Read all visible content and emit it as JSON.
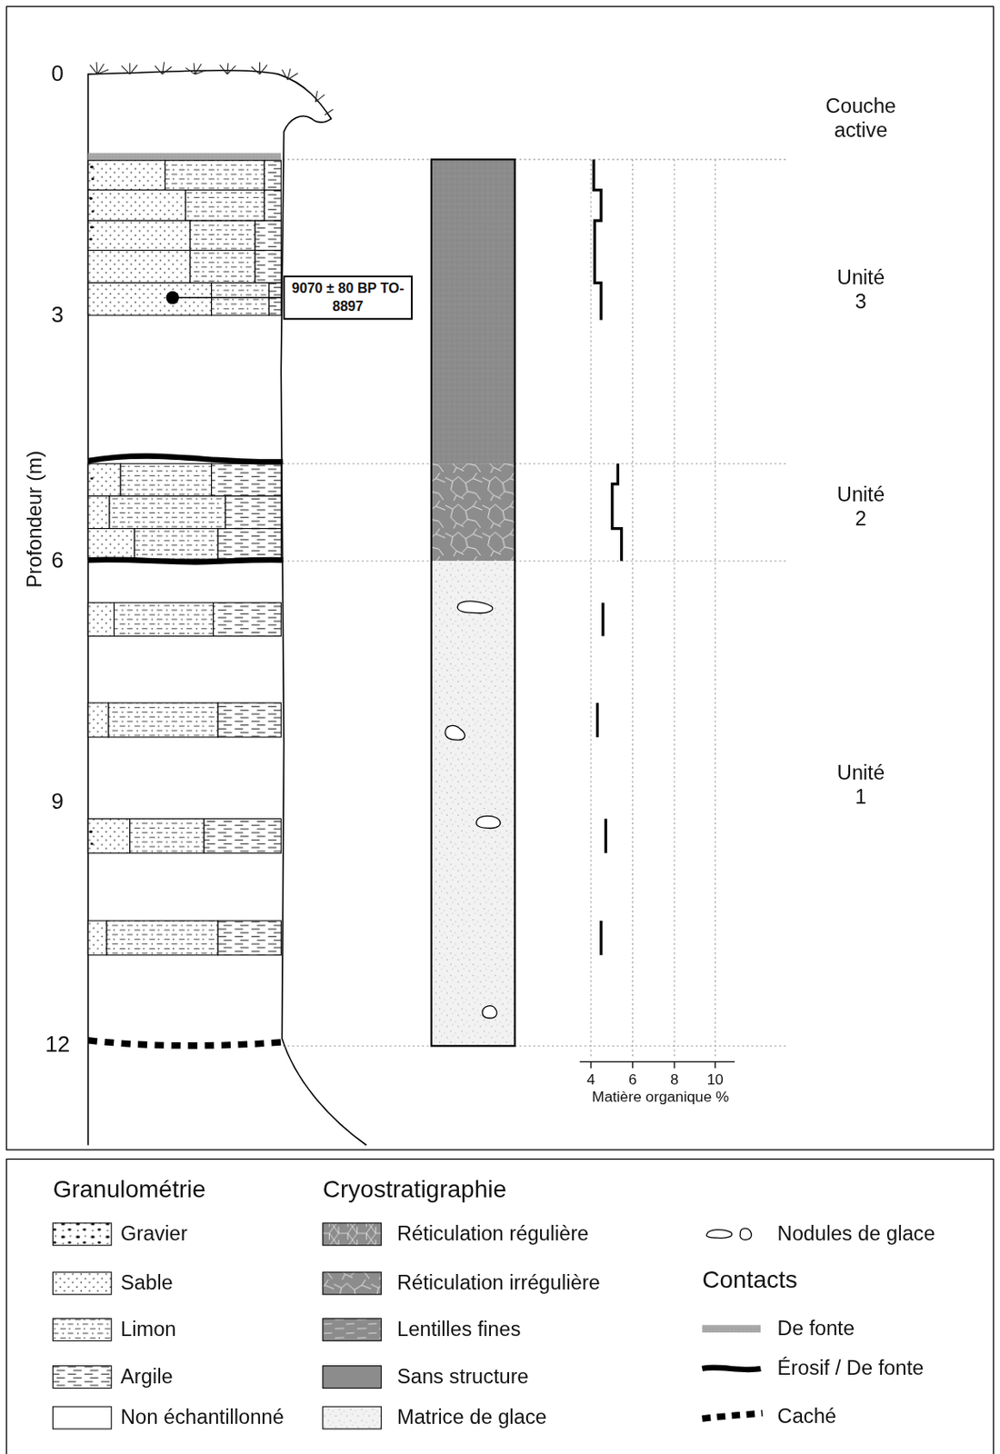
{
  "diagram": {
    "nodes": [
      {
        "text": [
          "9070 ± 80 BP TO-8897"
        ]
      }
    ],
    "labels": [
      "0",
      "3",
      "6",
      "9",
      "12",
      "Profondeur (m)",
      "Couche active",
      "Unité 3",
      "Unité 2",
      "Unité 1",
      "4",
      "6",
      "8",
      "10",
      "Matière organique %",
      "Granulométrie",
      "Cryostratigraphie",
      "Contacts"
    ],
    "legend": [
      {
        "text": "Gravier"
      },
      {
        "text": "Sable"
      },
      {
        "text": "Limon"
      },
      {
        "text": "Argile"
      },
      {
        "text": "Non échantillonné",
        "color": "#ffffff"
      },
      {
        "text": "Réticulation régulière"
      },
      {
        "text": "Réticulation irrégulière"
      },
      {
        "text": "Lentilles fines"
      },
      {
        "text": "Sans structure",
        "color": "#8c8c8c"
      },
      {
        "text": "Matrice de glace"
      },
      {
        "text": "Nodules de glace"
      },
      {
        "text": "De fonte"
      },
      {
        "text": "Érosif / De fonte"
      },
      {
        "text": "Caché"
      }
    ]
  }
}
